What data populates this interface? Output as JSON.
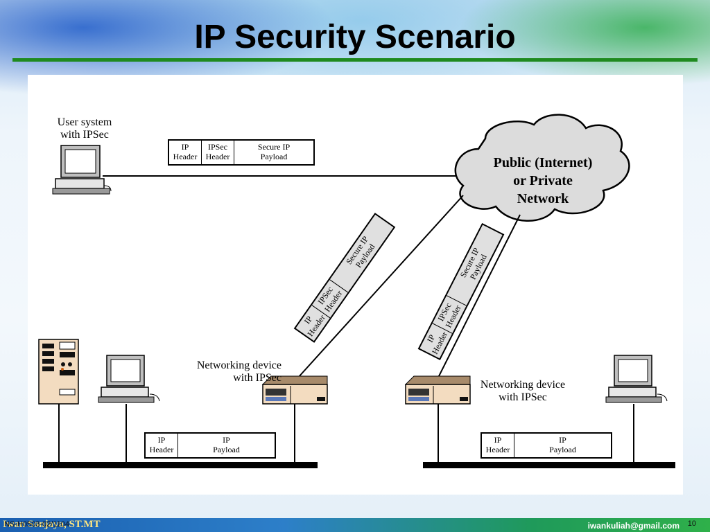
{
  "slide": {
    "title": "IP Security Scenario",
    "footer_code": "NS-H0503-02/1104",
    "footer_author": "Iwan Sonjaya, ST.MT",
    "footer_email": "iwankuliah@gmail.com",
    "page_number": "10"
  },
  "diagram": {
    "user_system_label": "User system\nwith IPSec",
    "cloud_label": "Public (Internet)\nor Private\nNetwork",
    "device_left_label": "Networking device\nwith IPSec",
    "device_right_label": "Networking device\nwith IPSec",
    "secure_packet_top": [
      "IP\nHeader",
      "IPSec\nHeader",
      "Secure IP\nPayload"
    ],
    "secure_packet_left": [
      "IP\nHeader",
      "IPSec\nHeader",
      "Secure IP\nPayload"
    ],
    "secure_packet_right": [
      "IP\nHeader",
      "IPSec\nHeader",
      "Secure IP\nPayload"
    ],
    "plain_packet_left": [
      "IP\nHeader",
      "IP\nPayload"
    ],
    "plain_packet_right": [
      "IP\nHeader",
      "IP\nPayload"
    ]
  }
}
